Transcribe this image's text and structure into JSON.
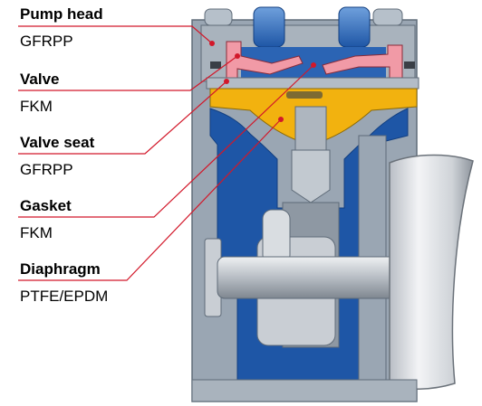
{
  "labels": [
    {
      "part": "Pump head",
      "material": "GFRPP"
    },
    {
      "part": "Valve",
      "material": "FKM"
    },
    {
      "part": "Valve seat",
      "material": "GFRPP"
    },
    {
      "part": "Gasket",
      "material": "FKM"
    },
    {
      "part": "Diaphragm",
      "material": "PTFE/EPDM"
    }
  ],
  "colors": {
    "leader": "#d2182a",
    "housing": "#9aa6b3",
    "housing_dark": "#5f6b78",
    "chamber": "#1e56a6",
    "diaphragm": "#f2b20f",
    "valve": "#f19aa6",
    "shaft": "#c9ced4",
    "wheel": "#dfe2e6"
  }
}
